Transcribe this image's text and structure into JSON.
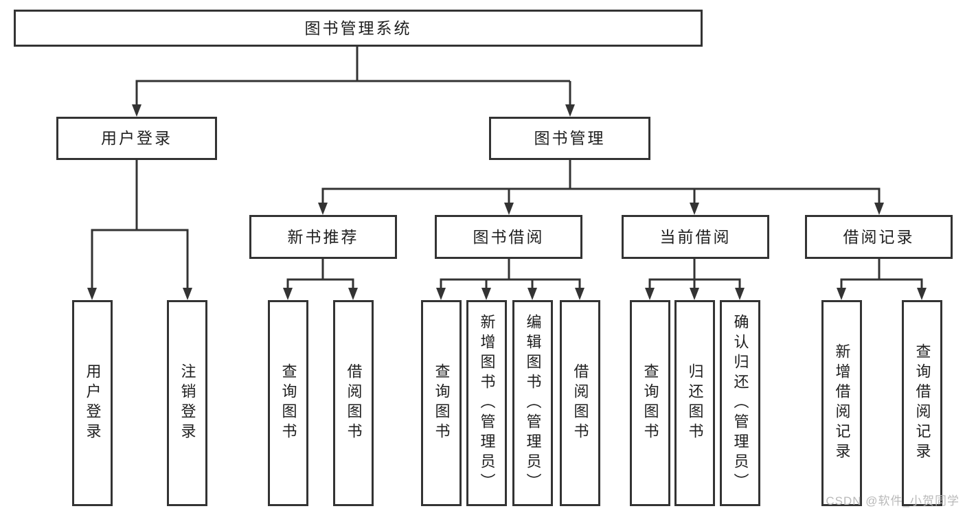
{
  "diagram": {
    "root": {
      "label": "图书管理系统"
    },
    "branches": [
      {
        "label": "用户登录",
        "children": [
          {
            "label": "用户登录"
          },
          {
            "label": "注销登录"
          }
        ]
      },
      {
        "label": "图书管理",
        "children": [
          {
            "label": "新书推荐",
            "children": [
              {
                "label": "查询图书"
              },
              {
                "label": "借阅图书"
              }
            ]
          },
          {
            "label": "图书借阅",
            "children": [
              {
                "label": "查询图书"
              },
              {
                "label": "新增图书（管理员）"
              },
              {
                "label": "编辑图书（管理员）"
              },
              {
                "label": "借阅图书"
              }
            ]
          },
          {
            "label": "当前借阅",
            "children": [
              {
                "label": "查询图书"
              },
              {
                "label": "归还图书"
              },
              {
                "label": "确认归还（管理员）"
              }
            ]
          },
          {
            "label": "借阅记录",
            "children": [
              {
                "label": "新增借阅记录"
              },
              {
                "label": "查询借阅记录"
              }
            ]
          }
        ]
      }
    ]
  },
  "watermark": {
    "text": "CSDN @软件_小贺同学"
  },
  "colors": {
    "line": "#333333",
    "text": "#1f1f1f",
    "watermark": "#b9b9b9",
    "background": "#ffffff"
  }
}
